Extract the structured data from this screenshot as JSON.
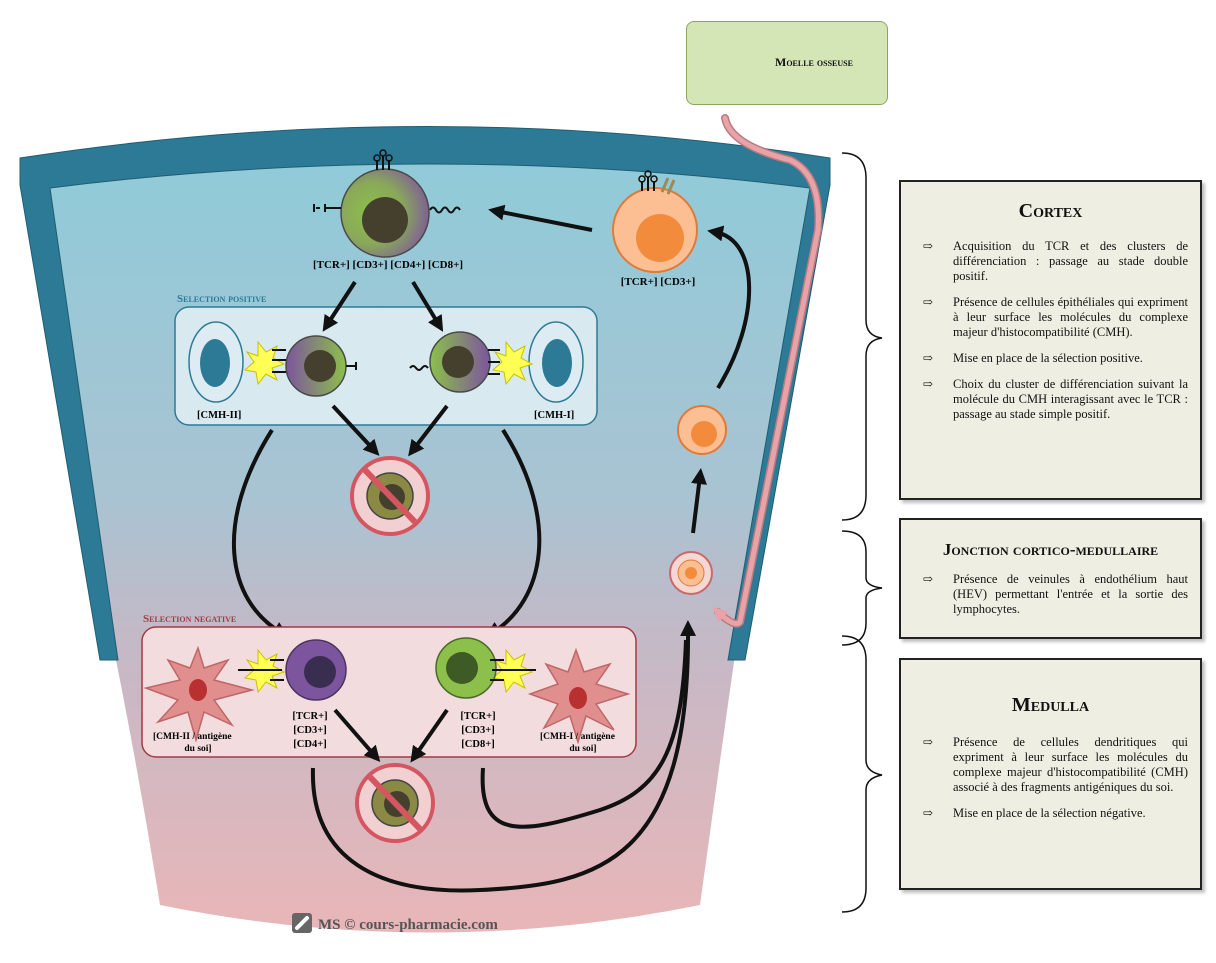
{
  "marrow": {
    "label": "Moelle osseuse"
  },
  "labels": {
    "cortex_cell": "[TCR+] [CD3+]",
    "double_positive": "[TCR+] [CD3+] [CD4+] [CD8+]",
    "positive_selection": "Selection positive",
    "cmh_ii": "[CMH-II]",
    "cmh_i": "[CMH-I]",
    "negative_selection": "Selection negative",
    "neg_left_line1": "[CMH-II / antigène",
    "neg_left_line2": "du soi]",
    "neg_right_line1": "[CMH-I / antigène",
    "neg_right_line2": "du soi]",
    "cd4_cell": [
      "[TCR+]",
      "[CD3+]",
      "[CD4+]"
    ],
    "cd8_cell": [
      "[TCR+]",
      "[CD3+]",
      "[CD8+]"
    ]
  },
  "watermark": "MS © cours-pharmacie.com",
  "panels": {
    "cortex": {
      "title": "Cortex",
      "items": [
        "Acquisition du TCR et des clusters de différenciation : passage au stade double positif.",
        "Présence de cellules épithéliales qui expriment à leur surface les molécules du complexe majeur d'histocompatibilité (CMH).",
        "Mise en place de la sélection positive.",
        "Choix du cluster de différenciation suivant la molécule du CMH interagissant avec le TCR : passage au stade simple positif."
      ]
    },
    "junction": {
      "title": "Jonction cortico-medullaire",
      "items": [
        "Présence de veinules à endothélium haut (HEV) permettant l'entrée et la sortie des lymphocytes."
      ]
    },
    "medulla": {
      "title": "Medulla",
      "items": [
        "Présence de cellules dendritiques qui expriment à leur surface les molécules du complexe majeur d'histocompatibilité (CMH) associé à des fragments antigéniques du soi.",
        "Mise en place de la sélection négative."
      ]
    }
  },
  "bullet_glyph": "⇨",
  "colors": {
    "thymus_wall": "#2d7a96",
    "cortex_top": "#8fcbd9",
    "medulla_bottom": "#e9b6b8",
    "panel_bg": "#efeee3",
    "vessel": "#e8a3a8"
  }
}
